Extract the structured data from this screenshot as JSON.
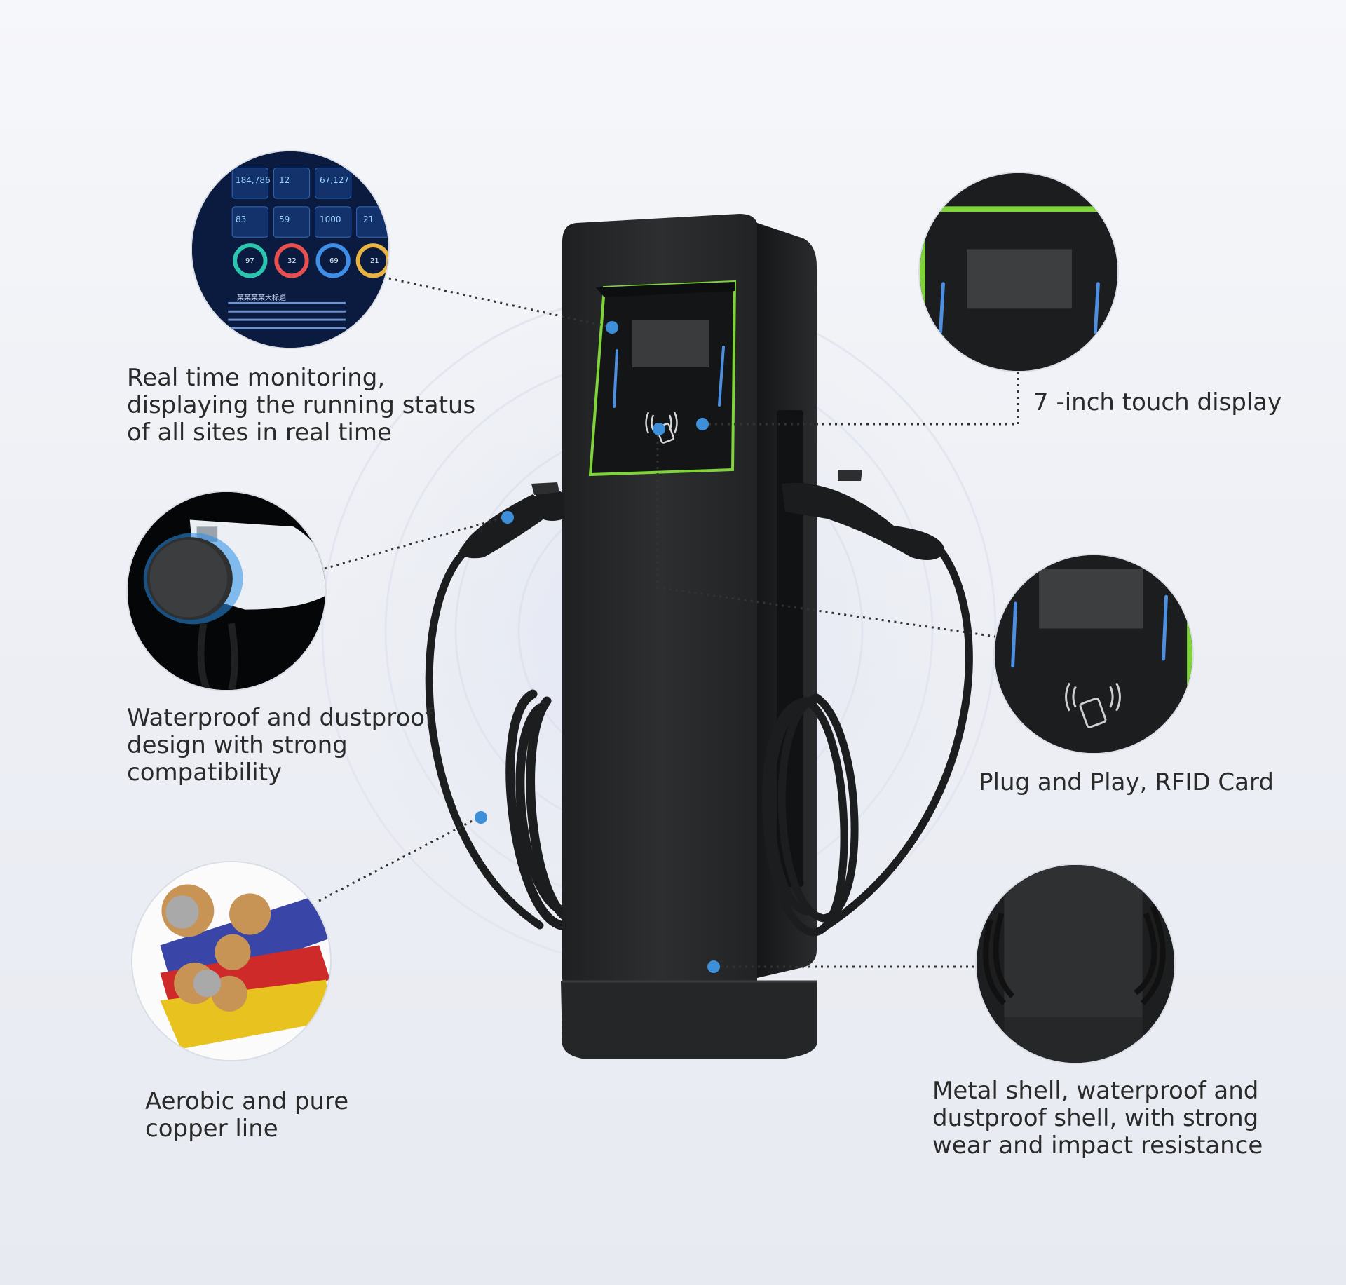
{
  "callouts": {
    "monitoring": "Real time monitoring, displaying the running status of all sites in real time",
    "touch_display": "7 -inch touch display",
    "waterproof_plug": "Waterproof and dustproof design with strong compatibility",
    "rfid": "Plug and Play, RFID Card",
    "copper": "Aerobic and pure copper line",
    "shell": "Metal shell, waterproof and dustproof shell, with strong wear and impact resistance"
  },
  "dashboard": {
    "stats": [
      "184,786",
      "12",
      "67,127",
      "83",
      "59",
      "1000",
      "21"
    ],
    "gauges": [
      "97",
      "32",
      "69",
      "21"
    ],
    "table_title": "某某某某大标题"
  },
  "colors": {
    "accent_blue": "#3d8fd9",
    "screen_green": "#7fd43a",
    "body_dark": "#2b2c2e",
    "cable": "#1e1f21"
  },
  "icons": [
    "rfid-card-icon",
    "nfc-waves-icon"
  ]
}
